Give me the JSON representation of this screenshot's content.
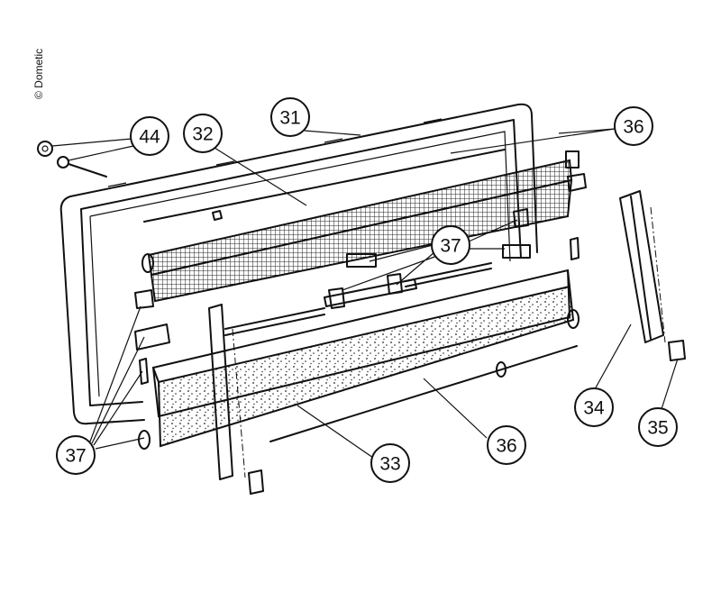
{
  "watermark": "© Dometic",
  "callouts": {
    "c44": "44",
    "c32": "32",
    "c31": "31",
    "c36_top": "36",
    "c37_mid": "37",
    "c37_left": "37",
    "c34": "34",
    "c35": "35",
    "c33": "33",
    "c36_bottom": "36"
  }
}
